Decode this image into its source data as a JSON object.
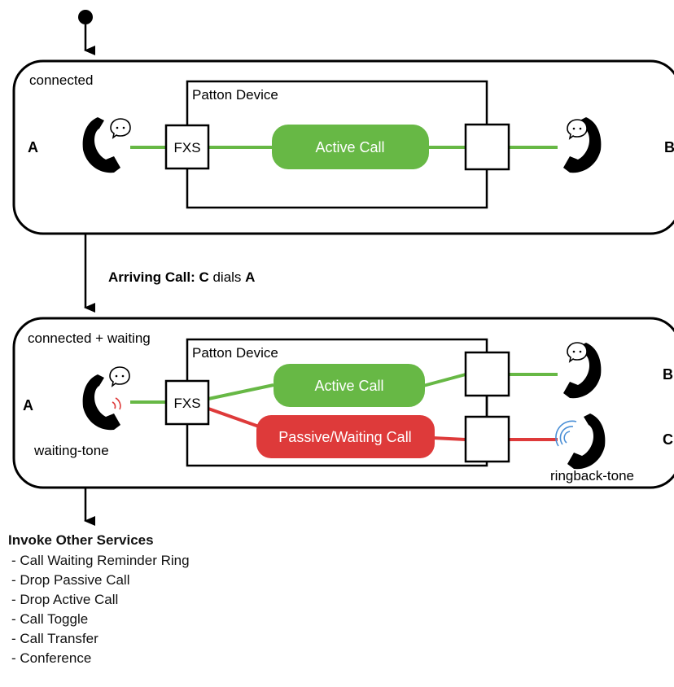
{
  "colors": {
    "active": "#67b845",
    "waiting": "#de3a3a",
    "line": "#000000",
    "tone": "#4a8fd6",
    "tone_red": "#de3a3a"
  },
  "state1": {
    "label": "connected",
    "party_left": "A",
    "party_right": "B",
    "device_title": "Patton Device",
    "fxs_label": "FXS",
    "active_call": "Active Call"
  },
  "transition": {
    "prefix": "Arriving Call: ",
    "caller": "C",
    "verb": " dials ",
    "callee": "A"
  },
  "state2": {
    "label": "connected + waiting",
    "party_left": "A",
    "party_right_top": "B",
    "party_right_bottom": "C",
    "device_title": "Patton Device",
    "fxs_label": "FXS",
    "active_call": "Active Call",
    "waiting_call": "Passive/Waiting Call",
    "left_tone": "waiting-tone",
    "right_tone": "ringback-tone"
  },
  "services": {
    "heading": "Invoke Other Services",
    "items": [
      "- Call Waiting Reminder Ring",
      "- Drop Passive Call",
      "- Drop Active Call",
      "- Call Toggle",
      "- Call Transfer",
      "- Conference"
    ]
  },
  "icons": [
    "initial-state-dot",
    "phone-icon",
    "speech-bubble-icon",
    "tone-waves-icon",
    "arrow-down-icon"
  ]
}
